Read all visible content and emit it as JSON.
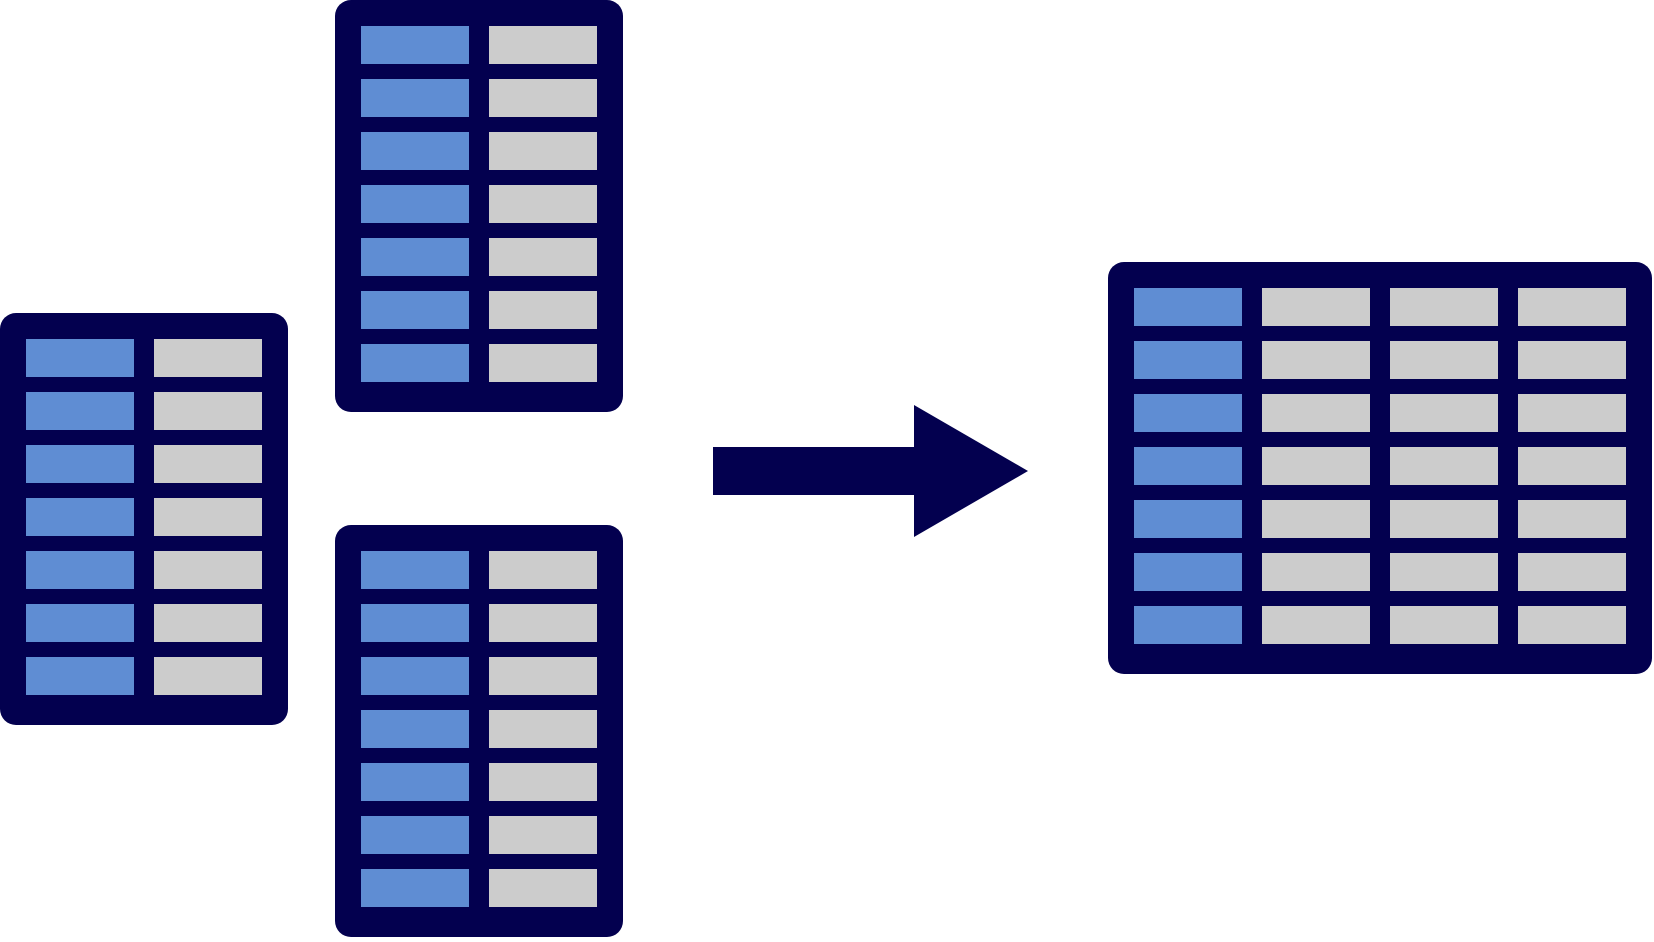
{
  "colors": {
    "frame": "#03004F",
    "key_cell": "#5F8DD3",
    "value_cell": "#CCCCCC",
    "arrow": "#03004F",
    "background": "#FFFFFF"
  },
  "tables": [
    {
      "id": "input-table-left",
      "role": "input",
      "rows": 7,
      "key_columns": 1,
      "value_columns": 1
    },
    {
      "id": "input-table-top",
      "role": "input",
      "rows": 7,
      "key_columns": 1,
      "value_columns": 1
    },
    {
      "id": "input-table-bottom",
      "role": "input",
      "rows": 7,
      "key_columns": 1,
      "value_columns": 1
    },
    {
      "id": "output-table",
      "role": "output",
      "rows": 7,
      "key_columns": 1,
      "value_columns": 3
    }
  ],
  "arrow": {
    "icon": "right-arrow-icon",
    "direction": "right"
  }
}
